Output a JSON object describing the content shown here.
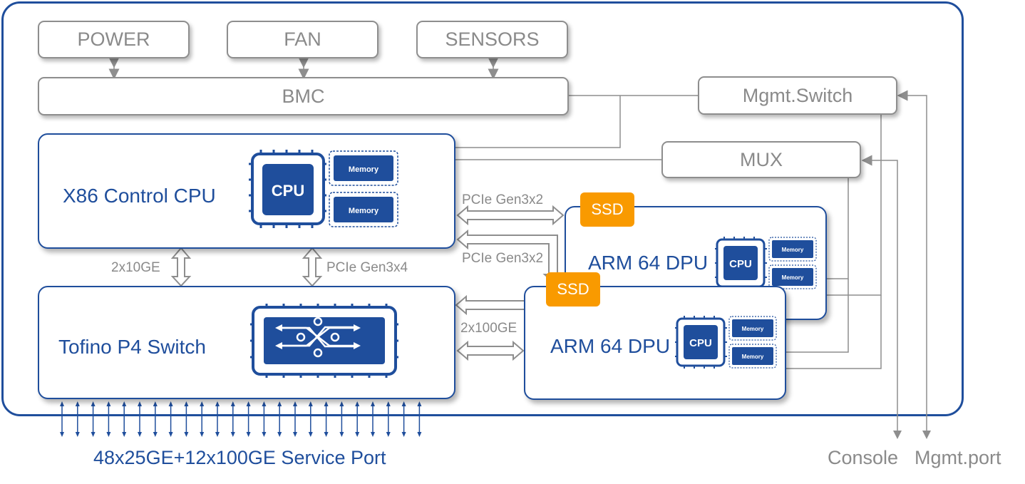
{
  "diagram": {
    "top_boxes": [
      {
        "id": "power",
        "label": "POWER"
      },
      {
        "id": "fan",
        "label": "FAN"
      },
      {
        "id": "sensors",
        "label": "SENSORS"
      }
    ],
    "bmc": {
      "label": "BMC"
    },
    "mgmt_switch": {
      "label": "Mgmt.Switch"
    },
    "mux": {
      "label": "MUX"
    },
    "x86": {
      "label": "X86 Control CPU",
      "cpu_label": "CPU",
      "memory_labels": [
        "Memory",
        "Memory"
      ]
    },
    "tofino": {
      "label": "Tofino P4 Switch"
    },
    "dpu_1": {
      "label": "ARM 64 DPU",
      "ssd_label": "SSD",
      "cpu_label": "CPU",
      "memory_labels": [
        "Memory",
        "Memory"
      ]
    },
    "dpu_2": {
      "label": "ARM 64 DPU",
      "ssd_label": "SSD",
      "cpu_label": "CPU",
      "memory_labels": [
        "Memory",
        "Memory"
      ]
    },
    "links": {
      "x86_tofino_eth": "2x10GE",
      "x86_tofino_pcie": "PCIe Gen3x4",
      "x86_dpu1_pcie": "PCIe Gen3x2",
      "x86_dpu2_pcie": "PCIe Gen3x2",
      "tofino_dpu": "2x100GE"
    },
    "service_port": {
      "label": "48x25GE+12x100GE Service Port",
      "arrow_count": 24
    },
    "external_ports": {
      "console": "Console",
      "mgmt_port": "Mgmt.port"
    }
  },
  "colors": {
    "frame_blue": "#1f4e9c",
    "line_gray": "#8e8e8e",
    "ssd_orange": "#f99a00"
  }
}
